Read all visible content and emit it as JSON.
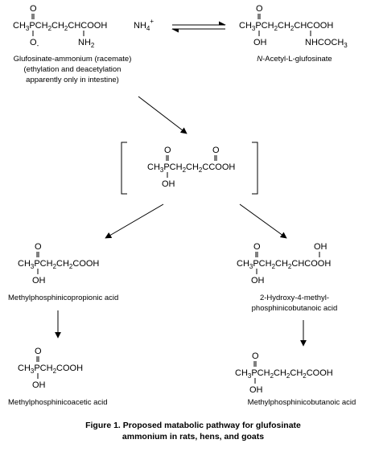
{
  "reactant": {
    "o_top": "O",
    "ch_a": "CH",
    "sub3": "3",
    "p_chain_a": "PCH",
    "sub2a": "2",
    "ch_b": "CH",
    "sub2b": "2",
    "tail": "CHCOOH",
    "o_minus": "O",
    "minus": "-",
    "amine_n": "NH",
    "amine_sub": "2",
    "ammonium": "NH",
    "ammonium_sub": "4",
    "plus": "+",
    "name_line1": "Glufosinate-ammonium (racemate)",
    "name_line2": "(ethylation and deacetylation",
    "name_line3": "apparently only in intestine)"
  },
  "acetyl": {
    "o_top": "O",
    "ch_a": "CH",
    "sub3": "3",
    "p_chain_a": "PCH",
    "sub2a": "2",
    "ch_b": "CH",
    "sub2b": "2",
    "tail": "CHCOOH",
    "oh": "OH",
    "nh": "NHCOCH",
    "nh_sub": "3",
    "name_italic": "N",
    "name_rest": "-Acetyl-L-glufosinate"
  },
  "keto": {
    "o_p": "O",
    "o_c": "O",
    "ch_a": "CH",
    "sub3": "3",
    "p_chain": "PCH",
    "sub2a": "2",
    "ch_b": "CH",
    "sub2b": "2",
    "tail": "CCOOH",
    "oh": "OH"
  },
  "propionic": {
    "o_top": "O",
    "ch_a": "CH",
    "sub3": "3",
    "p_chain": "PCH",
    "sub2a": "2",
    "ch_b": "CH",
    "sub2b": "2",
    "tail": "COOH",
    "oh": "OH",
    "name": "Methylphosphinicopropionic acid"
  },
  "hydroxy": {
    "o_top": "O",
    "oh_top": "OH",
    "ch_a": "CH",
    "sub3": "3",
    "p_chain": "PCH",
    "sub2a": "2",
    "ch_b": "CH",
    "sub2b": "2",
    "tail": "CHCOOH",
    "oh": "OH",
    "name_line1": "2-Hydroxy-4-methyl-",
    "name_line2": "phosphinicobutanoic acid"
  },
  "acetic": {
    "o_top": "O",
    "ch_a": "CH",
    "sub3": "3",
    "p_chain": "PCH",
    "sub2a": "2",
    "tail": "COOH",
    "oh": "OH",
    "name": "Methylphosphinicoacetic acid"
  },
  "butanoic": {
    "o_top": "O",
    "ch_a": "CH",
    "sub3": "3",
    "p_chain": "PCH",
    "sub2a": "2",
    "ch_b": "CH",
    "sub2b": "2",
    "ch_c": "CH",
    "sub2c": "2",
    "tail": "COOH",
    "oh": "OH",
    "name": "Methylphosphinicobutanoic acid"
  },
  "caption": {
    "line1": "Figure 1.  Proposed matabolic pathway for glufosinate",
    "line2": "ammonium in rats, hens, and goats"
  }
}
